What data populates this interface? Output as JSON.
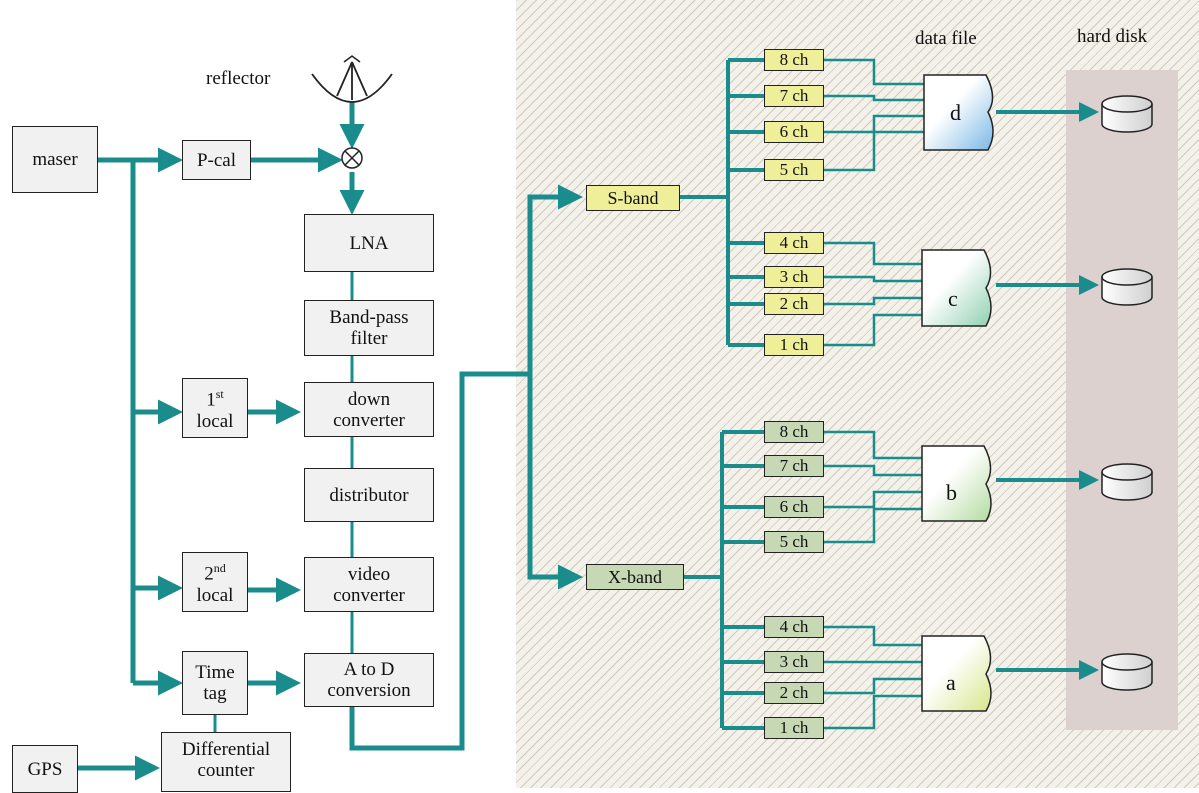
{
  "labels": {
    "reflector": "reflector",
    "data_file": "data file",
    "hard_disk": "hard disk"
  },
  "blocks": {
    "maser": "maser",
    "pcal": "P-cal",
    "lna": "LNA",
    "bandpass_1": "Band-pass",
    "bandpass_2": "filter",
    "local1_num": "1",
    "local1_sup": "st",
    "local1_word": "local",
    "downconv_1": "down",
    "downconv_2": "converter",
    "distributor": "distributor",
    "local2_num": "2",
    "local2_sup": "nd",
    "local2_word": "local",
    "videoconv_1": "video",
    "videoconv_2": "converter",
    "timetag_1": "Time",
    "timetag_2": "tag",
    "atod_1": "A to D",
    "atod_2": "conversion",
    "gps": "GPS",
    "diffcounter_1": "Differential",
    "diffcounter_2": "counter"
  },
  "bands": {
    "s": "S-band",
    "x": "X-band"
  },
  "channels": {
    "s_upper": [
      "8 ch",
      "7 ch",
      "6 ch",
      "5 ch"
    ],
    "s_lower": [
      "4 ch",
      "3 ch",
      "2 ch",
      "1 ch"
    ],
    "x_upper": [
      "8 ch",
      "7 ch",
      "6 ch",
      "5 ch"
    ],
    "x_lower": [
      "4 ch",
      "3 ch",
      "2 ch",
      "1 ch"
    ]
  },
  "files": [
    "d",
    "c",
    "b",
    "a"
  ],
  "colors": {
    "signal_line": "#1a8c8c",
    "s_channel": "#efef9a",
    "x_channel": "#c6d8b4",
    "file_d": "#7ab8e6",
    "file_c": "#8fd0b0",
    "file_b": "#b3dba0",
    "file_a": "#d6e68a",
    "hard_disk_band": "#dcd1cf"
  }
}
